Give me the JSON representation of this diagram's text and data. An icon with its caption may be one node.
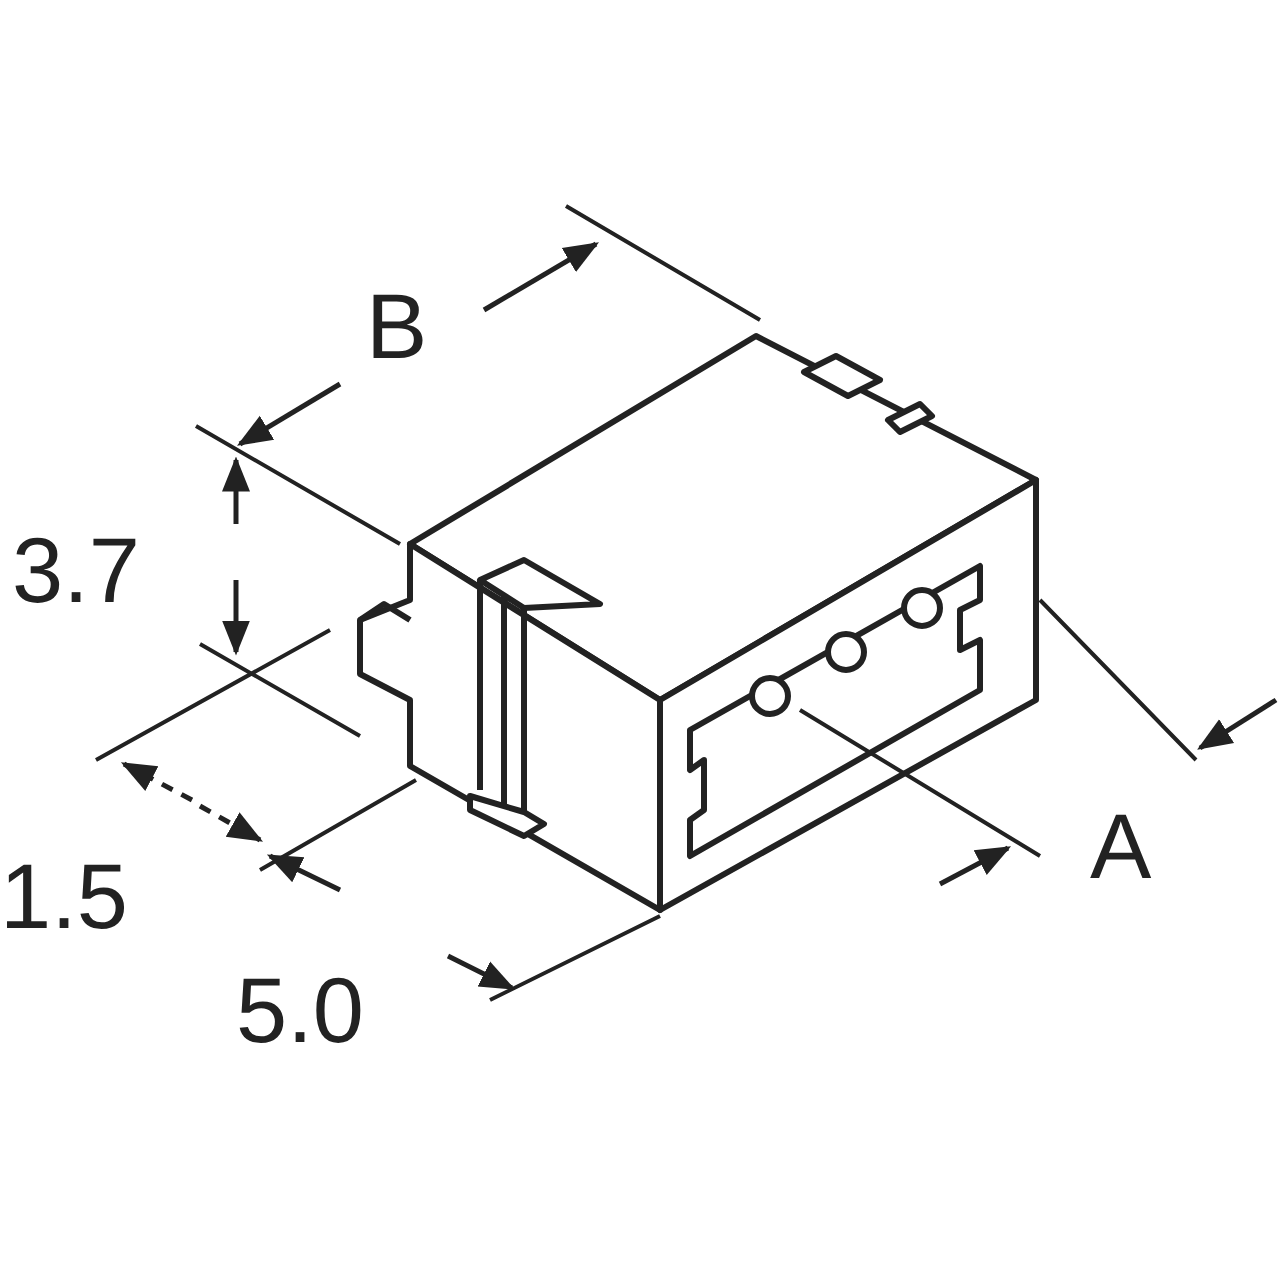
{
  "diagram": {
    "labels": [
      "B",
      "3.7",
      "A",
      "1.5",
      "5.0"
    ]
  }
}
